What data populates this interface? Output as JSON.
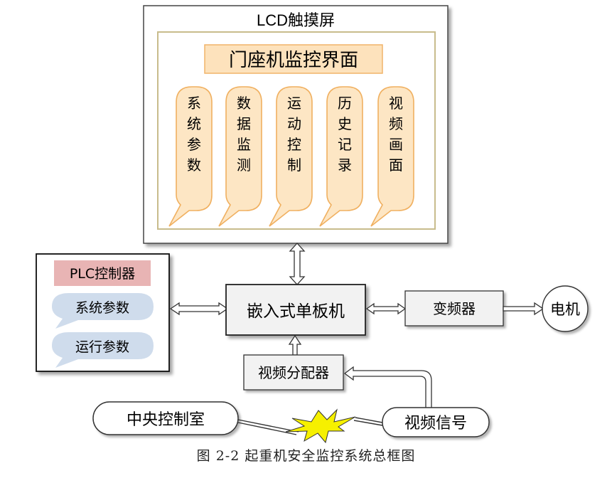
{
  "lcd": {
    "title": "LCD触摸屏",
    "panel_title": "门座机监控界面"
  },
  "modules": [
    {
      "label": "系统参数"
    },
    {
      "label": "数据监测"
    },
    {
      "label": "运动控制"
    },
    {
      "label": "历史记录"
    },
    {
      "label": "视频画面"
    }
  ],
  "plc": {
    "title": "PLC控制器",
    "items": [
      "系统参数",
      "运行参数"
    ]
  },
  "sbc": {
    "label": "嵌入式单板机"
  },
  "inverter": {
    "label": "变频器"
  },
  "motor": {
    "label": "电机"
  },
  "splitter": {
    "label": "视频分配器"
  },
  "control_room": {
    "label": "中央控制室"
  },
  "video_signal": {
    "label": "视频信号"
  },
  "caption": "图 2-2  起重机安全监控系统总框图",
  "colors": {
    "module_fill": "#fde6c4",
    "module_stroke": "#f0b060",
    "panel_title_fill": "#fde2bc",
    "plc_title_fill": "#e8b4b4",
    "plc_item_fill": "#cfdcec",
    "box_fill": "#f2f2f2",
    "panel_border": "#c8bc8c",
    "spark_fill": "#f6f000"
  },
  "icons": {
    "wireless": "lightning-spark-icon"
  }
}
